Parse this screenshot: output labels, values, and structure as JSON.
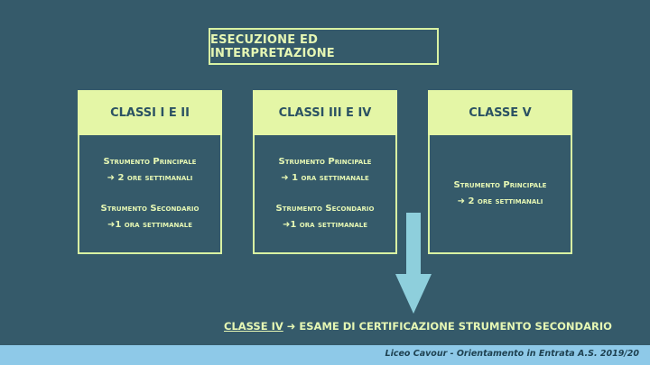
{
  "title": "ESECUZIONE ED INTERPRETAZIONE",
  "columns": [
    {
      "header": "CLASSI I E II",
      "groups": [
        {
          "label": "Strumento Principale",
          "hours": "➜ 2 ore settimanali"
        },
        {
          "label": "Strumento Secondario",
          "hours": "➜1 ora settimanale"
        }
      ]
    },
    {
      "header": "CLASSI III E IV",
      "groups": [
        {
          "label": "Strumento Principale",
          "hours": "➜ 1 ora settimanale"
        },
        {
          "label": "Strumento Secondario",
          "hours": "➜1 ora settimanale"
        }
      ]
    },
    {
      "header": "CLASSE V",
      "groups": [
        {
          "label": "Strumento Principale",
          "hours": "➜ 2 ore settimanali"
        }
      ]
    }
  ],
  "note": {
    "class": "CLASSE IV",
    "text": " ➜ ESAME DI CERTIFICAZIONE STRUMENTO SECONDARIO"
  },
  "footer": "Liceo Cavour - Orientamento in Entrata A.S. 2019/20",
  "colors": {
    "background": "#355a6a",
    "accent": "#e4f6a6",
    "arrow": "#8ecfdc",
    "footer_band": "#8ec9e8"
  }
}
